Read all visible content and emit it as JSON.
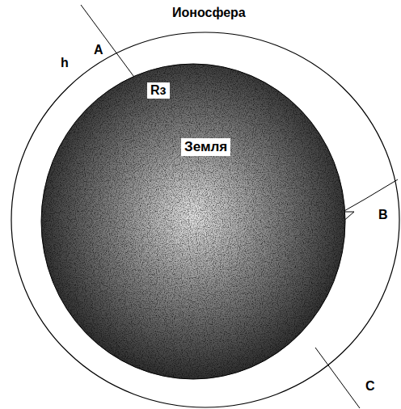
{
  "diagram": {
    "nodes": [
      {
        "text": [
          "Ионосфера"
        ]
      },
      {
        "text": [
          "Земля"
        ],
        "in": 0
      }
    ],
    "labels": [
      "h",
      "A",
      "Rз",
      "B",
      "C"
    ]
  }
}
